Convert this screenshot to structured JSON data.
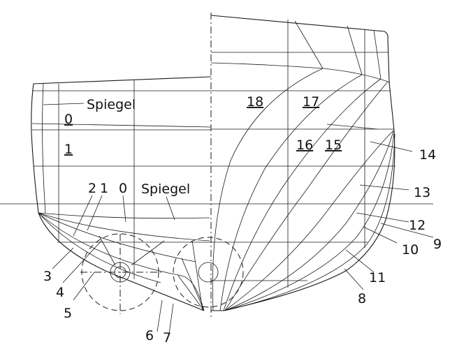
{
  "labels": {
    "spiegel_upper": "Spiegel",
    "spiegel_lower": "Spiegel",
    "wl_0": "0",
    "wl_1": "1",
    "stern_2": "2",
    "stern_1": "1",
    "stern_0": "0",
    "s3": "3",
    "s4": "4",
    "s5": "5",
    "s6": "6",
    "s7": "7",
    "s8": "8",
    "s9": "9",
    "s10": "10",
    "s11": "11",
    "s12": "12",
    "s13": "13",
    "s14": "14",
    "s15": "15",
    "s16": "16",
    "s17": "17",
    "s18": "18"
  }
}
